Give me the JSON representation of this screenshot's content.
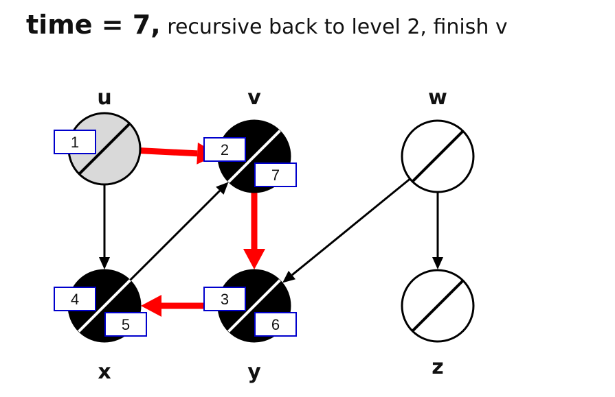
{
  "title": {
    "bold": "time = 7,",
    "rest": " recursive back to level 2, finish v"
  },
  "colors": {
    "gray_node": "#d9d9d9",
    "black_node": "#000000",
    "white_node": "#ffffff",
    "tree_edge": "#ff0000",
    "other_edge": "#000000",
    "box_border": "#0000cc"
  },
  "nodes": {
    "u": {
      "label": "u",
      "state": "gray",
      "discover": "1",
      "finish": ""
    },
    "v": {
      "label": "v",
      "state": "black",
      "discover": "2",
      "finish": "7"
    },
    "w": {
      "label": "w",
      "state": "white",
      "discover": "",
      "finish": ""
    },
    "x": {
      "label": "x",
      "state": "black",
      "discover": "4",
      "finish": "5"
    },
    "y": {
      "label": "y",
      "state": "black",
      "discover": "3",
      "finish": "6"
    },
    "z": {
      "label": "z",
      "state": "white",
      "discover": "",
      "finish": ""
    }
  },
  "edges": [
    {
      "from": "u",
      "to": "v",
      "type": "tree"
    },
    {
      "from": "u",
      "to": "x",
      "type": "other"
    },
    {
      "from": "v",
      "to": "y",
      "type": "tree"
    },
    {
      "from": "y",
      "to": "x",
      "type": "tree"
    },
    {
      "from": "x",
      "to": "v",
      "type": "other"
    },
    {
      "from": "w",
      "to": "y",
      "type": "other"
    },
    {
      "from": "w",
      "to": "z",
      "type": "other"
    }
  ]
}
